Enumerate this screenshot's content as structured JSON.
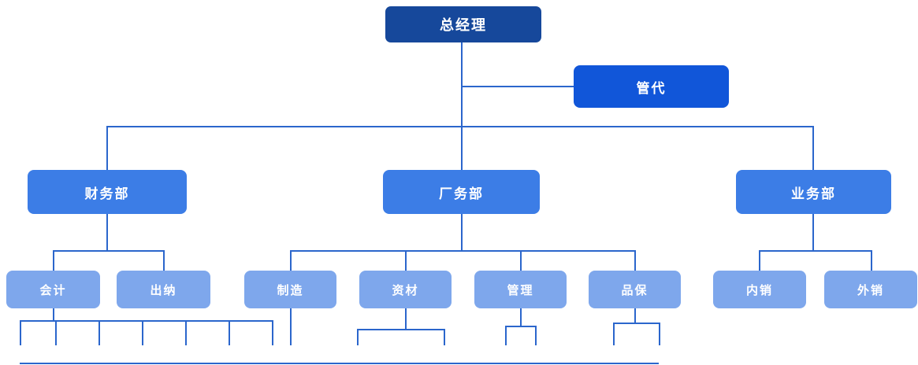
{
  "org": {
    "root": {
      "label": "总经理"
    },
    "staff": {
      "label": "管代"
    },
    "departments": [
      {
        "label": "财务部",
        "children": [
          {
            "label": "会计"
          },
          {
            "label": "出纳"
          }
        ]
      },
      {
        "label": "厂务部",
        "children": [
          {
            "label": "制造"
          },
          {
            "label": "资材"
          },
          {
            "label": "管理"
          },
          {
            "label": "品保"
          }
        ]
      },
      {
        "label": "业务部",
        "children": [
          {
            "label": "内销"
          },
          {
            "label": "外销"
          }
        ]
      }
    ]
  },
  "colors": {
    "root_bg": "#16489B",
    "staff_bg": "#1156D9",
    "dept_bg": "#3C7DE6",
    "sub_bg": "#7EA7EC",
    "line": "#2B66CC",
    "text": "#FFFFFF",
    "background": "#FFFFFF"
  }
}
